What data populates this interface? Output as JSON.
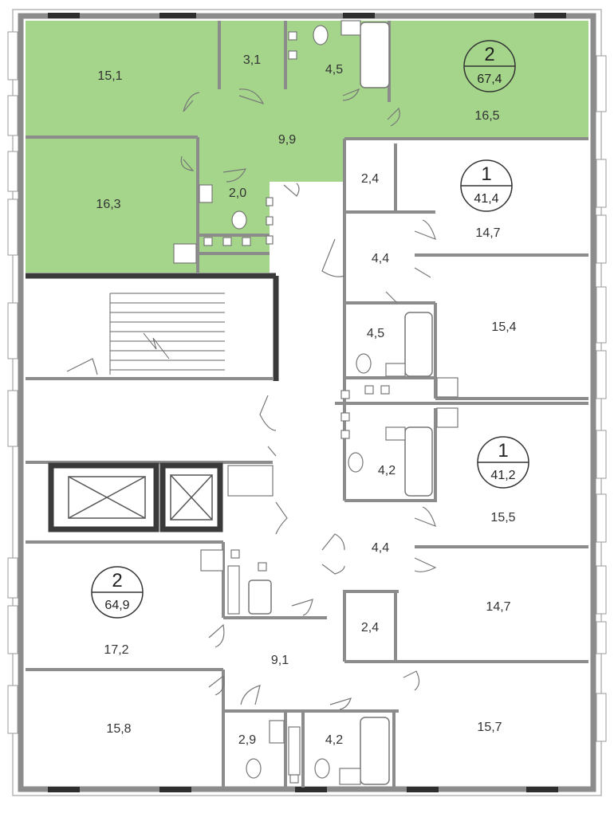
{
  "colors": {
    "highlight": "#a4d58a",
    "wall": "#8c8c8c",
    "wall_dark": "#3a3a3a",
    "window": "#2e2e2e"
  },
  "rooms": [
    "15,1",
    "3,1",
    "4,5",
    "16,5",
    "9,9",
    "16,3",
    "2,0",
    "2,4",
    "14,7",
    "4,4",
    "4,5",
    "15,4",
    "4,2",
    "15,5",
    "4,4",
    "14,7",
    "2,4",
    "17,2",
    "9,1",
    "15,8",
    "2,9",
    "4,2",
    "15,7"
  ],
  "apartments": [
    {
      "rooms": "2",
      "area": "67,4"
    },
    {
      "rooms": "1",
      "area": "41,4"
    },
    {
      "rooms": "1",
      "area": "41,2"
    },
    {
      "rooms": "2",
      "area": "64,9"
    }
  ]
}
